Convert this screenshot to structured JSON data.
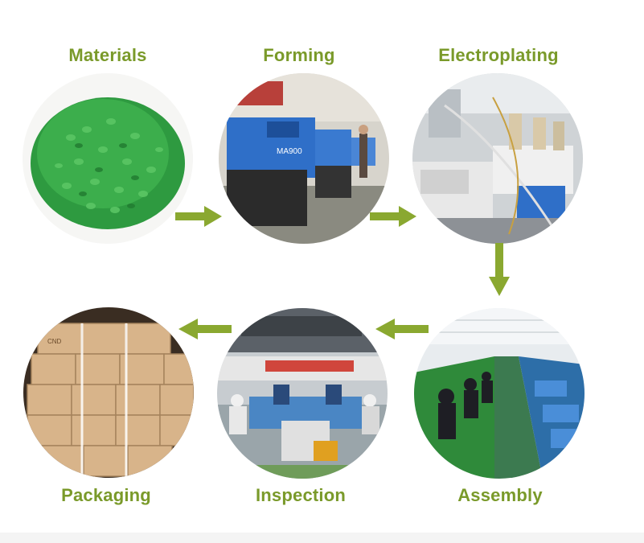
{
  "steps": {
    "materials": {
      "label": "Materials",
      "photo": "green-plastic-pellets"
    },
    "forming": {
      "label": "Forming",
      "photo": "injection-molding-machines",
      "machine_text": "MA900"
    },
    "electroplating": {
      "label": "Electroplating",
      "photo": "electroplating-line"
    },
    "assembly": {
      "label": "Assembly",
      "photo": "assembly-line-workers"
    },
    "inspection": {
      "label": "Inspection",
      "photo": "inspection-workstations"
    },
    "packaging": {
      "label": "Packaging",
      "photo": "stacked-cardboard-boxes",
      "box_text": "CND"
    }
  },
  "flow_order": [
    "Materials",
    "Forming",
    "Electroplating",
    "Assembly",
    "Inspection",
    "Packaging"
  ],
  "colors": {
    "accent": "#7a9a2a",
    "arrow": "#8aa830",
    "pellet": "#3aa64a",
    "machine_blue": "#2f6fc8",
    "box": "#d8b48a"
  }
}
